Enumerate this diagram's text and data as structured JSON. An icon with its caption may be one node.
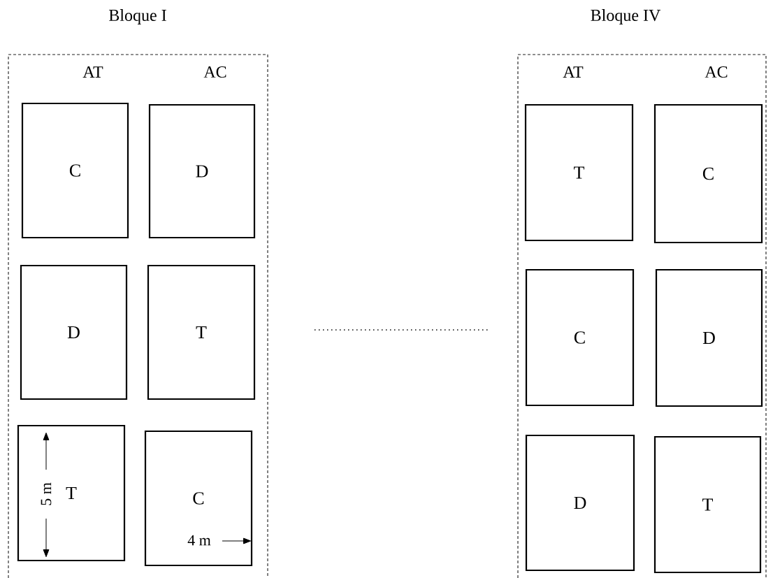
{
  "diagram": {
    "nodes": [
      {
        "text": [
          "Bloque I"
        ]
      },
      {
        "text": [
          "C"
        ],
        "in": 0
      },
      {
        "text": [
          "D"
        ],
        "in": 0
      },
      {
        "text": [
          "D"
        ],
        "in": 0
      },
      {
        "text": [
          "T"
        ],
        "in": 0
      },
      {
        "text": [
          "T"
        ],
        "in": 0
      },
      {
        "text": [
          "C"
        ],
        "in": 0
      },
      {
        "text": [
          "Bloque IV"
        ]
      },
      {
        "text": [
          "T"
        ],
        "in": 7
      },
      {
        "text": [
          "C"
        ],
        "in": 7
      },
      {
        "text": [
          "C"
        ],
        "in": 7
      },
      {
        "text": [
          "D"
        ],
        "in": 7
      },
      {
        "text": [
          "D"
        ],
        "in": 7
      },
      {
        "text": [
          "T"
        ],
        "in": 7
      }
    ],
    "labels": [
      "AT",
      "AC",
      "AT",
      "AC",
      "5 m",
      "4 m"
    ]
  }
}
